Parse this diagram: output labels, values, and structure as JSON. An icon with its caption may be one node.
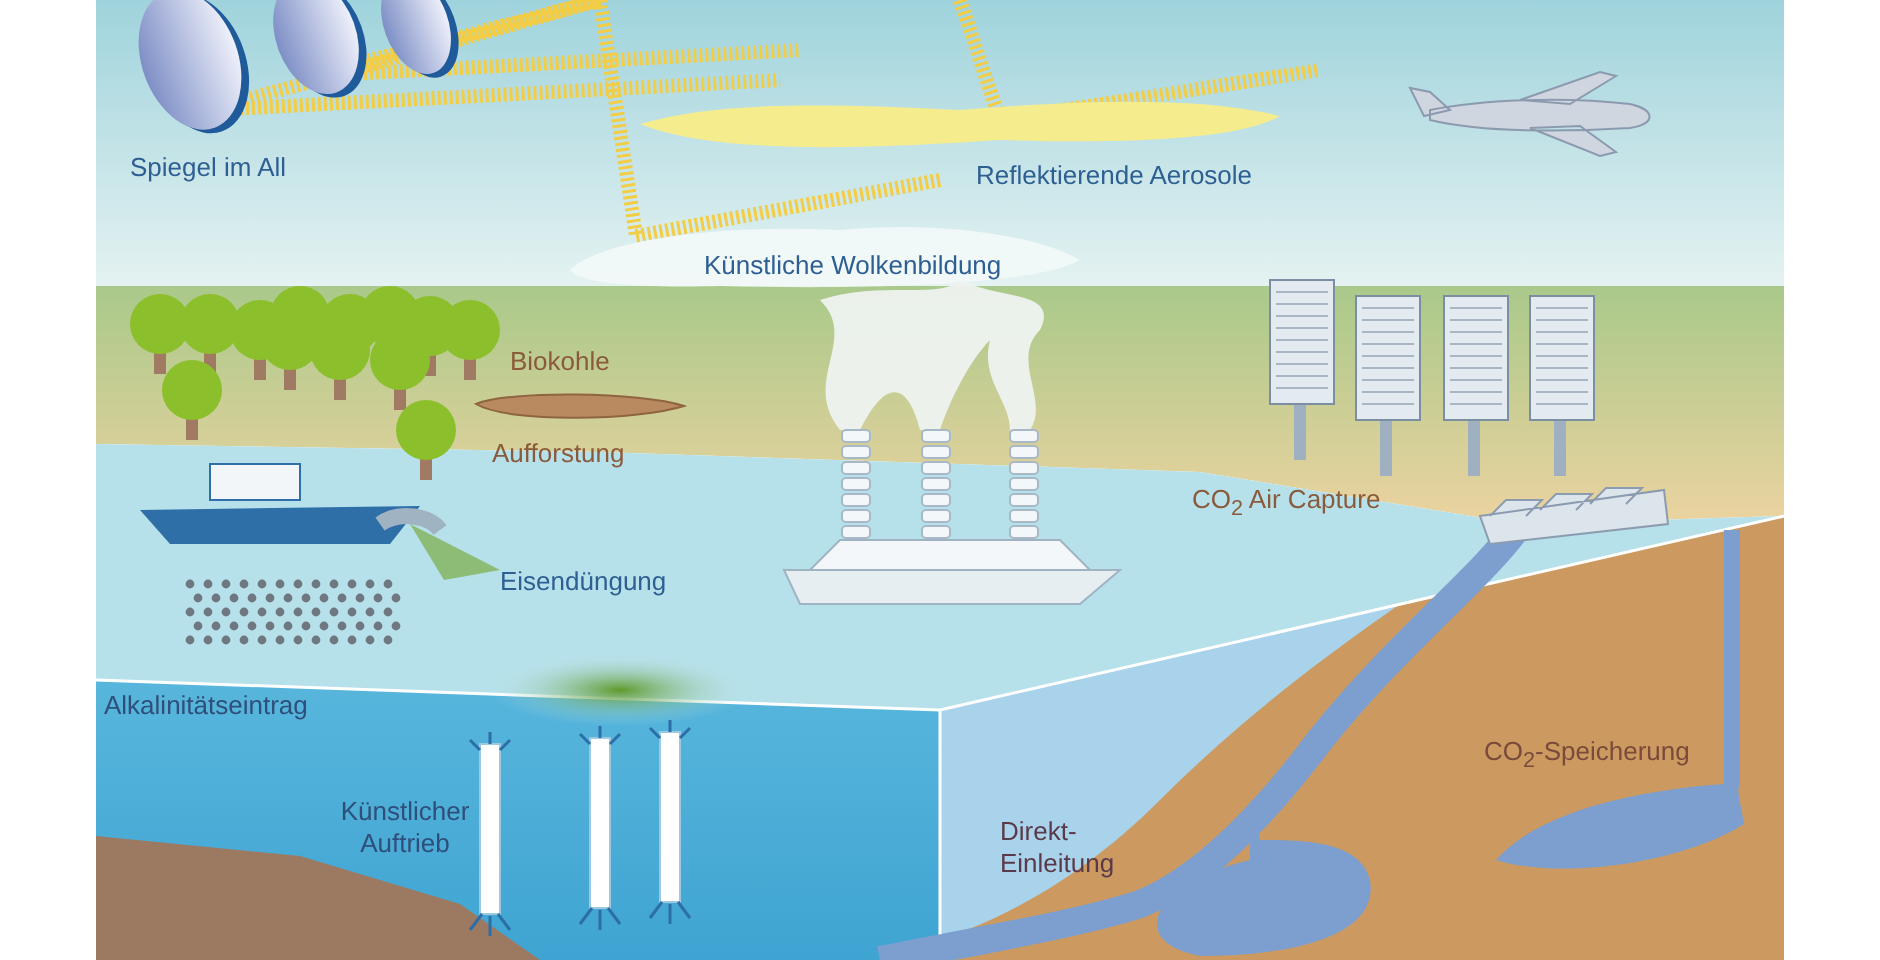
{
  "diagram": {
    "labels": [
      "Spiegel im All",
      "Reflektierende Aerosole",
      "Künstliche Wolkenbildung",
      "Biokohle",
      "Aufforstung",
      "CO$_{2}$ Air Capture",
      "Eisendüngung",
      "Alkalinitätseintrag",
      "CO$_{2}$-Speicherung",
      "Künstlicher Auftrieb",
      "Direkt- Einleitung"
    ]
  }
}
